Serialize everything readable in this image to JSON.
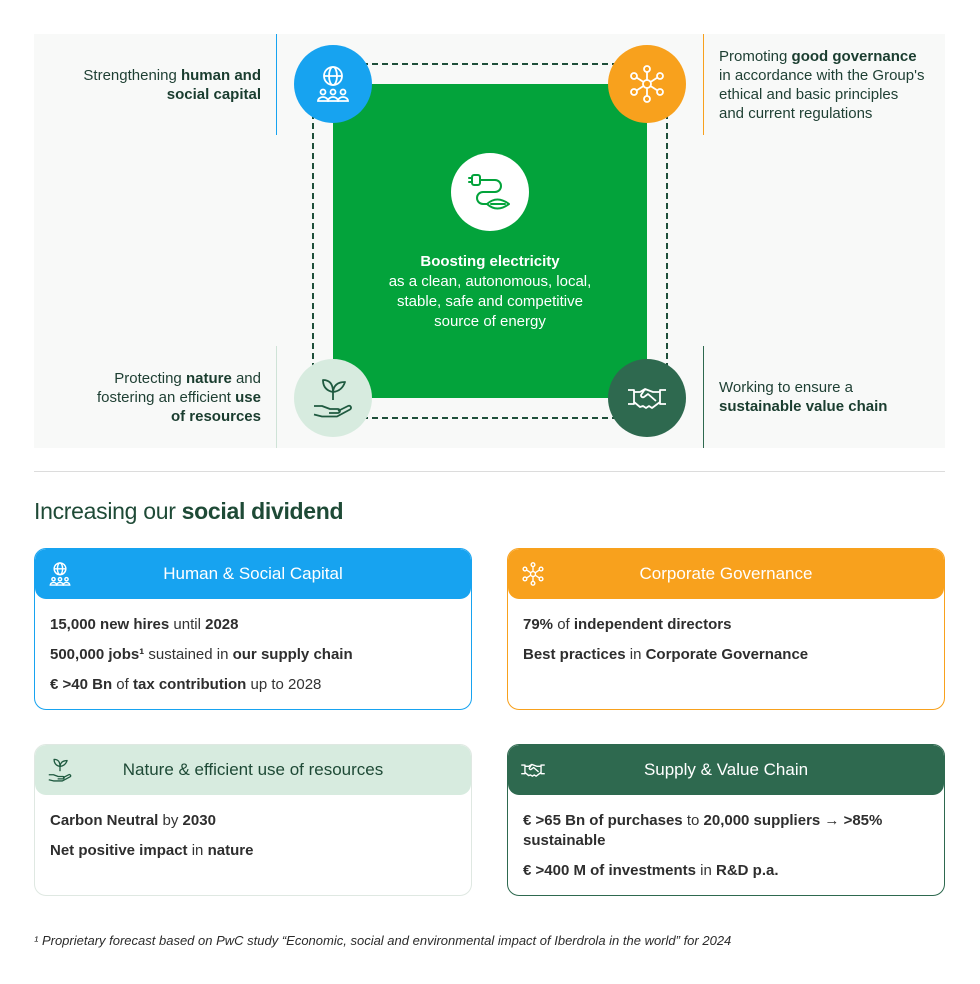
{
  "diagram": {
    "center": {
      "title": "Boosting electricity",
      "lines": [
        "as a clean, autonomous, local,",
        "stable, safe and competitive",
        "source of energy"
      ],
      "icon": "plug-leaf-icon"
    },
    "top_left": {
      "icon": "globe-people-icon",
      "parts": [
        "Strengthening ",
        "human and",
        "social capital"
      ]
    },
    "top_right": {
      "icon": "network-nodes-icon",
      "parts": [
        "Promoting ",
        "good governance",
        "in accordance with the Group's",
        "ethical and basic principles",
        "and current regulations"
      ]
    },
    "bottom_left": {
      "icon": "hand-plant-icon",
      "parts": [
        "Protecting ",
        "nature",
        " and",
        "fostering an efficient ",
        "use",
        "of resources"
      ]
    },
    "bottom_right": {
      "icon": "handshake-icon",
      "parts": [
        "Working to ensure a",
        "sustainable value chain"
      ]
    }
  },
  "section": {
    "title_regular": "Increasing our ",
    "title_bold": "social dividend"
  },
  "cards": [
    {
      "title": "Human & Social Capital",
      "icon": "globe-people-icon",
      "color": "#17a3f0",
      "rows": [
        [
          [
            "15,000 new hires",
            true
          ],
          [
            " until ",
            false
          ],
          [
            "2028",
            true
          ]
        ],
        [
          [
            "500,000 jobs¹",
            true
          ],
          [
            " sustained in ",
            false
          ],
          [
            "our supply chain",
            true
          ]
        ],
        [
          [
            "€ >40 Bn",
            true
          ],
          [
            " of ",
            false
          ],
          [
            "tax contribution",
            true
          ],
          [
            " up to 2028",
            false
          ]
        ]
      ]
    },
    {
      "title": "Corporate Governance",
      "icon": "network-nodes-icon",
      "color": "#f8a11d",
      "rows": [
        [
          [
            "79%",
            true
          ],
          [
            " of ",
            false
          ],
          [
            "independent directors",
            true
          ]
        ],
        [
          [
            "Best practices",
            true
          ],
          [
            " in ",
            false
          ],
          [
            "Corporate Governance",
            true
          ]
        ]
      ]
    },
    {
      "title": "Nature & efficient use of resources",
      "icon": "hand-plant-icon",
      "color": "#d7ebdf",
      "rows": [
        [
          [
            "Carbon Neutral",
            true
          ],
          [
            " by ",
            false
          ],
          [
            "2030",
            true
          ]
        ],
        [
          [
            "Net positive impact",
            true
          ],
          [
            " in ",
            false
          ],
          [
            "nature",
            true
          ]
        ]
      ]
    },
    {
      "title": "Supply & Value Chain",
      "icon": "handshake-icon",
      "color": "#2e694f",
      "rows": [
        [
          [
            "€ >65 Bn of purchases",
            true
          ],
          [
            " to ",
            false
          ],
          [
            "20,000 suppliers → >85% sustainable",
            true
          ]
        ],
        [
          [
            "€ >400 M of investments",
            true
          ],
          [
            " in ",
            false
          ],
          [
            "R&D p.a.",
            true
          ]
        ]
      ]
    }
  ],
  "footnote": "¹ Proprietary forecast based on PwC study “Economic, social and environmental impact of Iberdrola in the world” for 2024"
}
